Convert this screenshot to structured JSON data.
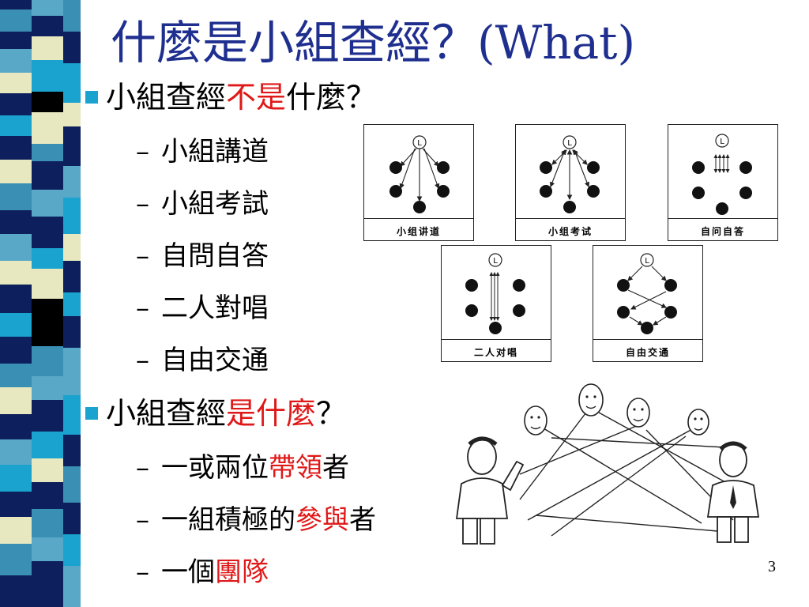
{
  "slide": {
    "title": "什麼是小組查經？(What)",
    "page_number": "3"
  },
  "bullets": {
    "q1": {
      "pre": "小組查經",
      "emph": "不是",
      "post": "什麼？"
    },
    "q1_items": [
      "小組講道",
      "小組考試",
      "自問自答",
      "二人對唱",
      "自由交通"
    ],
    "q2": {
      "pre": "小組查經",
      "emph": "是什麼",
      "post": "？"
    },
    "q2_items": [
      {
        "pre": "一或兩位",
        "emph": "帶領",
        "post": "者"
      },
      {
        "pre": "一組積極的",
        "emph": "參與",
        "post": "者"
      },
      {
        "pre": "一個",
        "emph": "團隊",
        "post": ""
      }
    ],
    "dash": "–"
  },
  "diagrams": {
    "leader_symbol": "L",
    "captions": [
      "小组讲道",
      "小组考试",
      "自问自答",
      "二人对唱",
      "自由交通"
    ]
  },
  "colors": {
    "title": "#1f2f8f",
    "emphasis": "#e01818",
    "bullet": "#1aa3cf"
  }
}
